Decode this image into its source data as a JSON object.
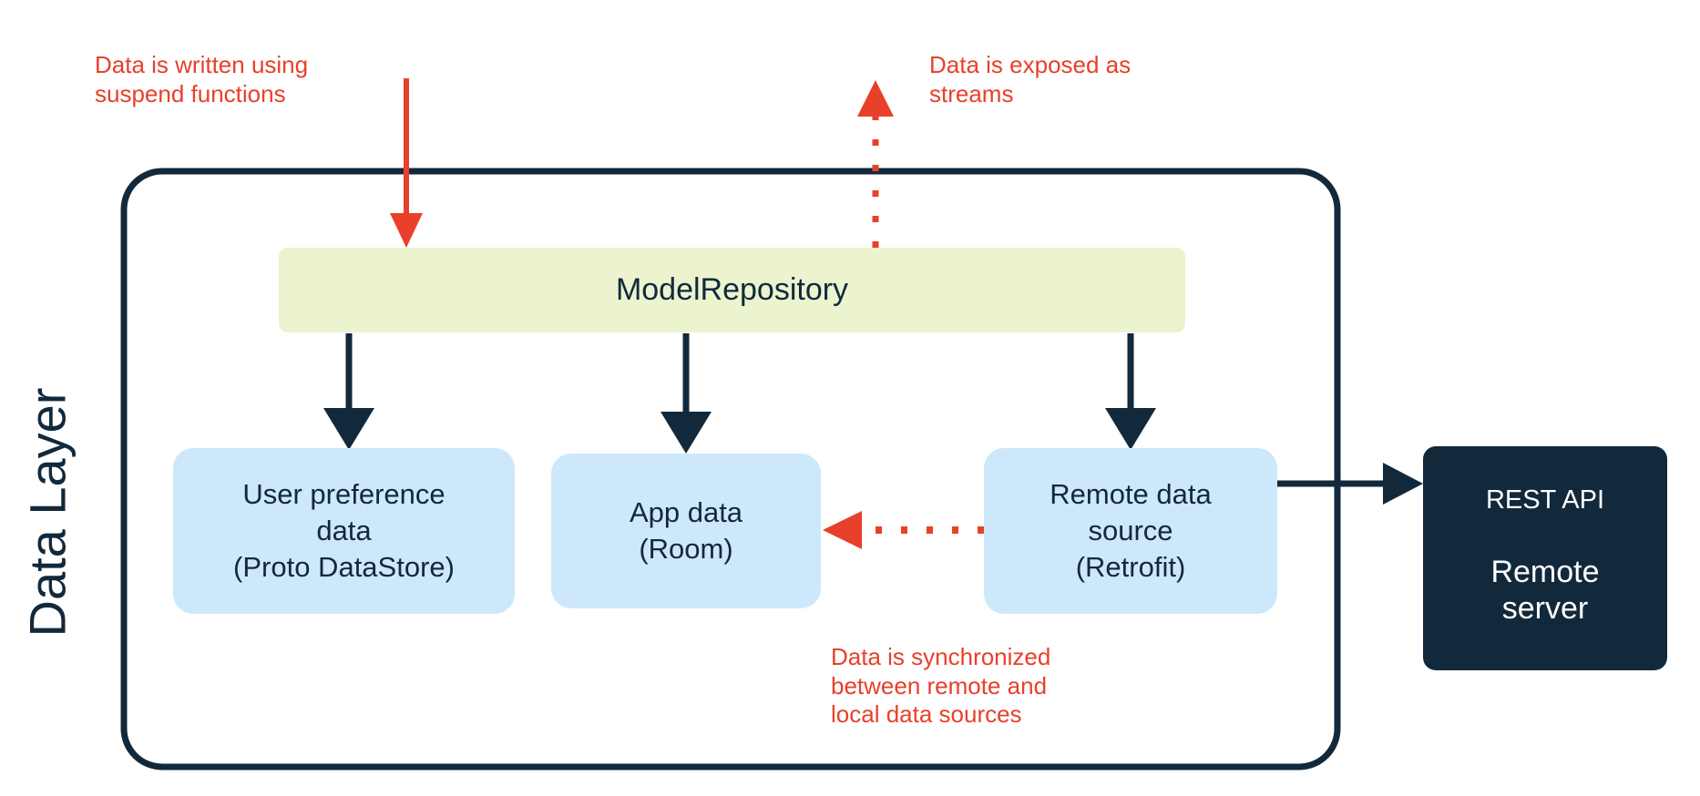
{
  "diagram": {
    "title": "Data Layer",
    "layer_label": "Data Layer",
    "colors": {
      "navy": "#12293C",
      "red": "#E8402A",
      "repository_fill": "#ECF3CF",
      "datasource_fill": "#CDE8FA",
      "server_fill": "#12293C",
      "background": "#FFFFFF"
    },
    "container": {
      "name": "data-layer-container",
      "border_color": "#12293C",
      "border_width": 7,
      "corner_radius": 40
    },
    "nodes": {
      "repository": {
        "id": "model-repository",
        "label": "ModelRepository",
        "fill": "#ECF3CF"
      },
      "user_preference": {
        "id": "user-preference-data",
        "label": "User preference\ndata\n(Proto DataStore)",
        "fill": "#CDE8FA"
      },
      "app_data": {
        "id": "app-data-room",
        "label": "App data\n(Room)",
        "fill": "#CDE8FA"
      },
      "remote_data_source": {
        "id": "remote-data-source",
        "label": "Remote data\nsource\n(Retrofit)",
        "fill": "#CDE8FA"
      },
      "remote_server": {
        "id": "remote-server",
        "api_label": "REST API",
        "name_label": "Remote\nserver",
        "fill": "#12293C"
      }
    },
    "annotations": {
      "write": "Data is written using\nsuspend functions",
      "streams": "Data is exposed as\nstreams",
      "sync": "Data is synchronized\nbetween remote and\nlocal data sources"
    },
    "edges": [
      {
        "id": "write-into-repository",
        "from": "external",
        "to": "model-repository",
        "style": "solid",
        "color": "#E8402A",
        "direction": "down",
        "annotation": "Data is written using suspend functions"
      },
      {
        "id": "repository-exposes-streams",
        "from": "model-repository",
        "to": "external",
        "style": "dotted",
        "color": "#E8402A",
        "direction": "up",
        "annotation": "Data is exposed as streams"
      },
      {
        "id": "repository-to-user-preference",
        "from": "model-repository",
        "to": "user-preference-data",
        "style": "solid",
        "color": "#12293C",
        "direction": "down"
      },
      {
        "id": "repository-to-app-data",
        "from": "model-repository",
        "to": "app-data-room",
        "style": "solid",
        "color": "#12293C",
        "direction": "down"
      },
      {
        "id": "repository-to-remote-data-source",
        "from": "model-repository",
        "to": "remote-data-source",
        "style": "solid",
        "color": "#12293C",
        "direction": "down"
      },
      {
        "id": "remote-data-source-to-app-data",
        "from": "remote-data-source",
        "to": "app-data-room",
        "style": "dotted",
        "color": "#E8402A",
        "direction": "left",
        "annotation": "Data is synchronized between remote and local data sources"
      },
      {
        "id": "remote-data-source-to-remote-server",
        "from": "remote-data-source",
        "to": "remote-server",
        "style": "solid",
        "color": "#12293C",
        "direction": "right"
      }
    ]
  }
}
